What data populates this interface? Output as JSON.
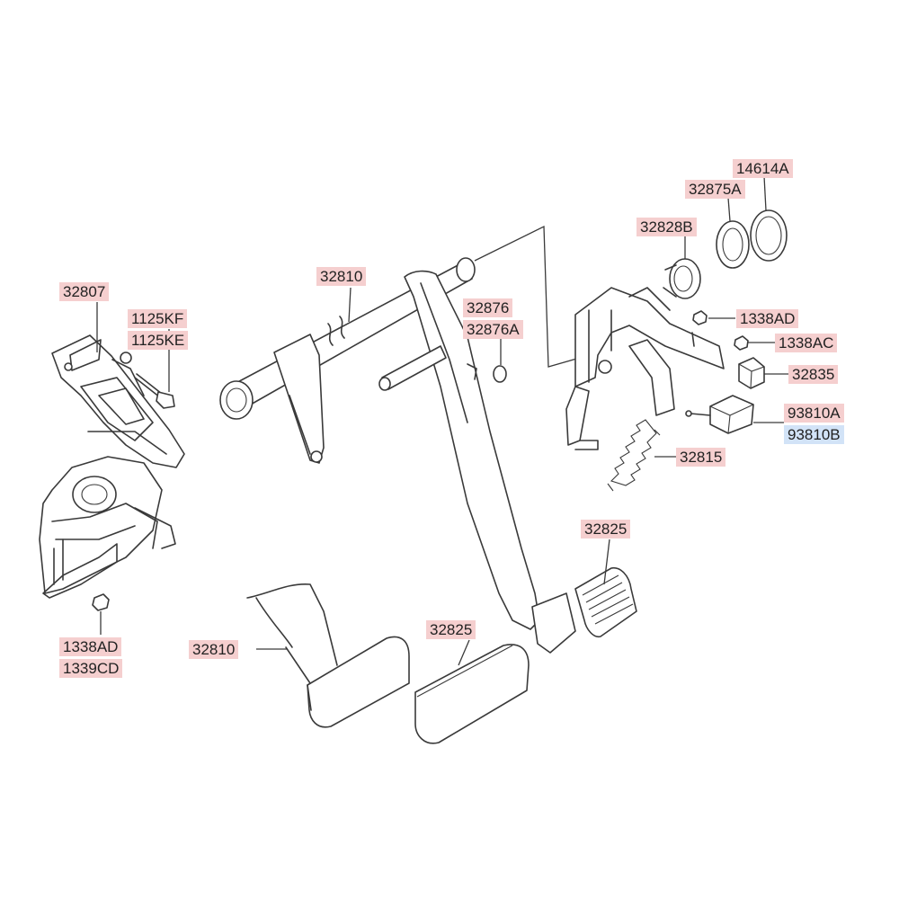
{
  "colors": {
    "label_bg": "#f5cfcf",
    "label_selected_bg": "#d2e3f7",
    "line": "#3a3a3a"
  },
  "labels": {
    "l_32807": "32807",
    "l_1125KF": "1125KF",
    "l_1125KE": "1125KE",
    "l_1338AD_left": "1338AD",
    "l_1339CD": "1339CD",
    "l_32810_top": "32810",
    "l_32810_bottom": "32810",
    "l_32876": "32876",
    "l_32876A": "32876A",
    "l_32825_center": "32825",
    "l_32825_right": "32825",
    "l_14614A": "14614A",
    "l_32875A": "32875A",
    "l_32828B": "32828B",
    "l_1338AD_right": "1338AD",
    "l_1338AC": "1338AC",
    "l_32835": "32835",
    "l_93810A": "93810A",
    "l_93810B": "93810B",
    "l_32815": "32815"
  }
}
